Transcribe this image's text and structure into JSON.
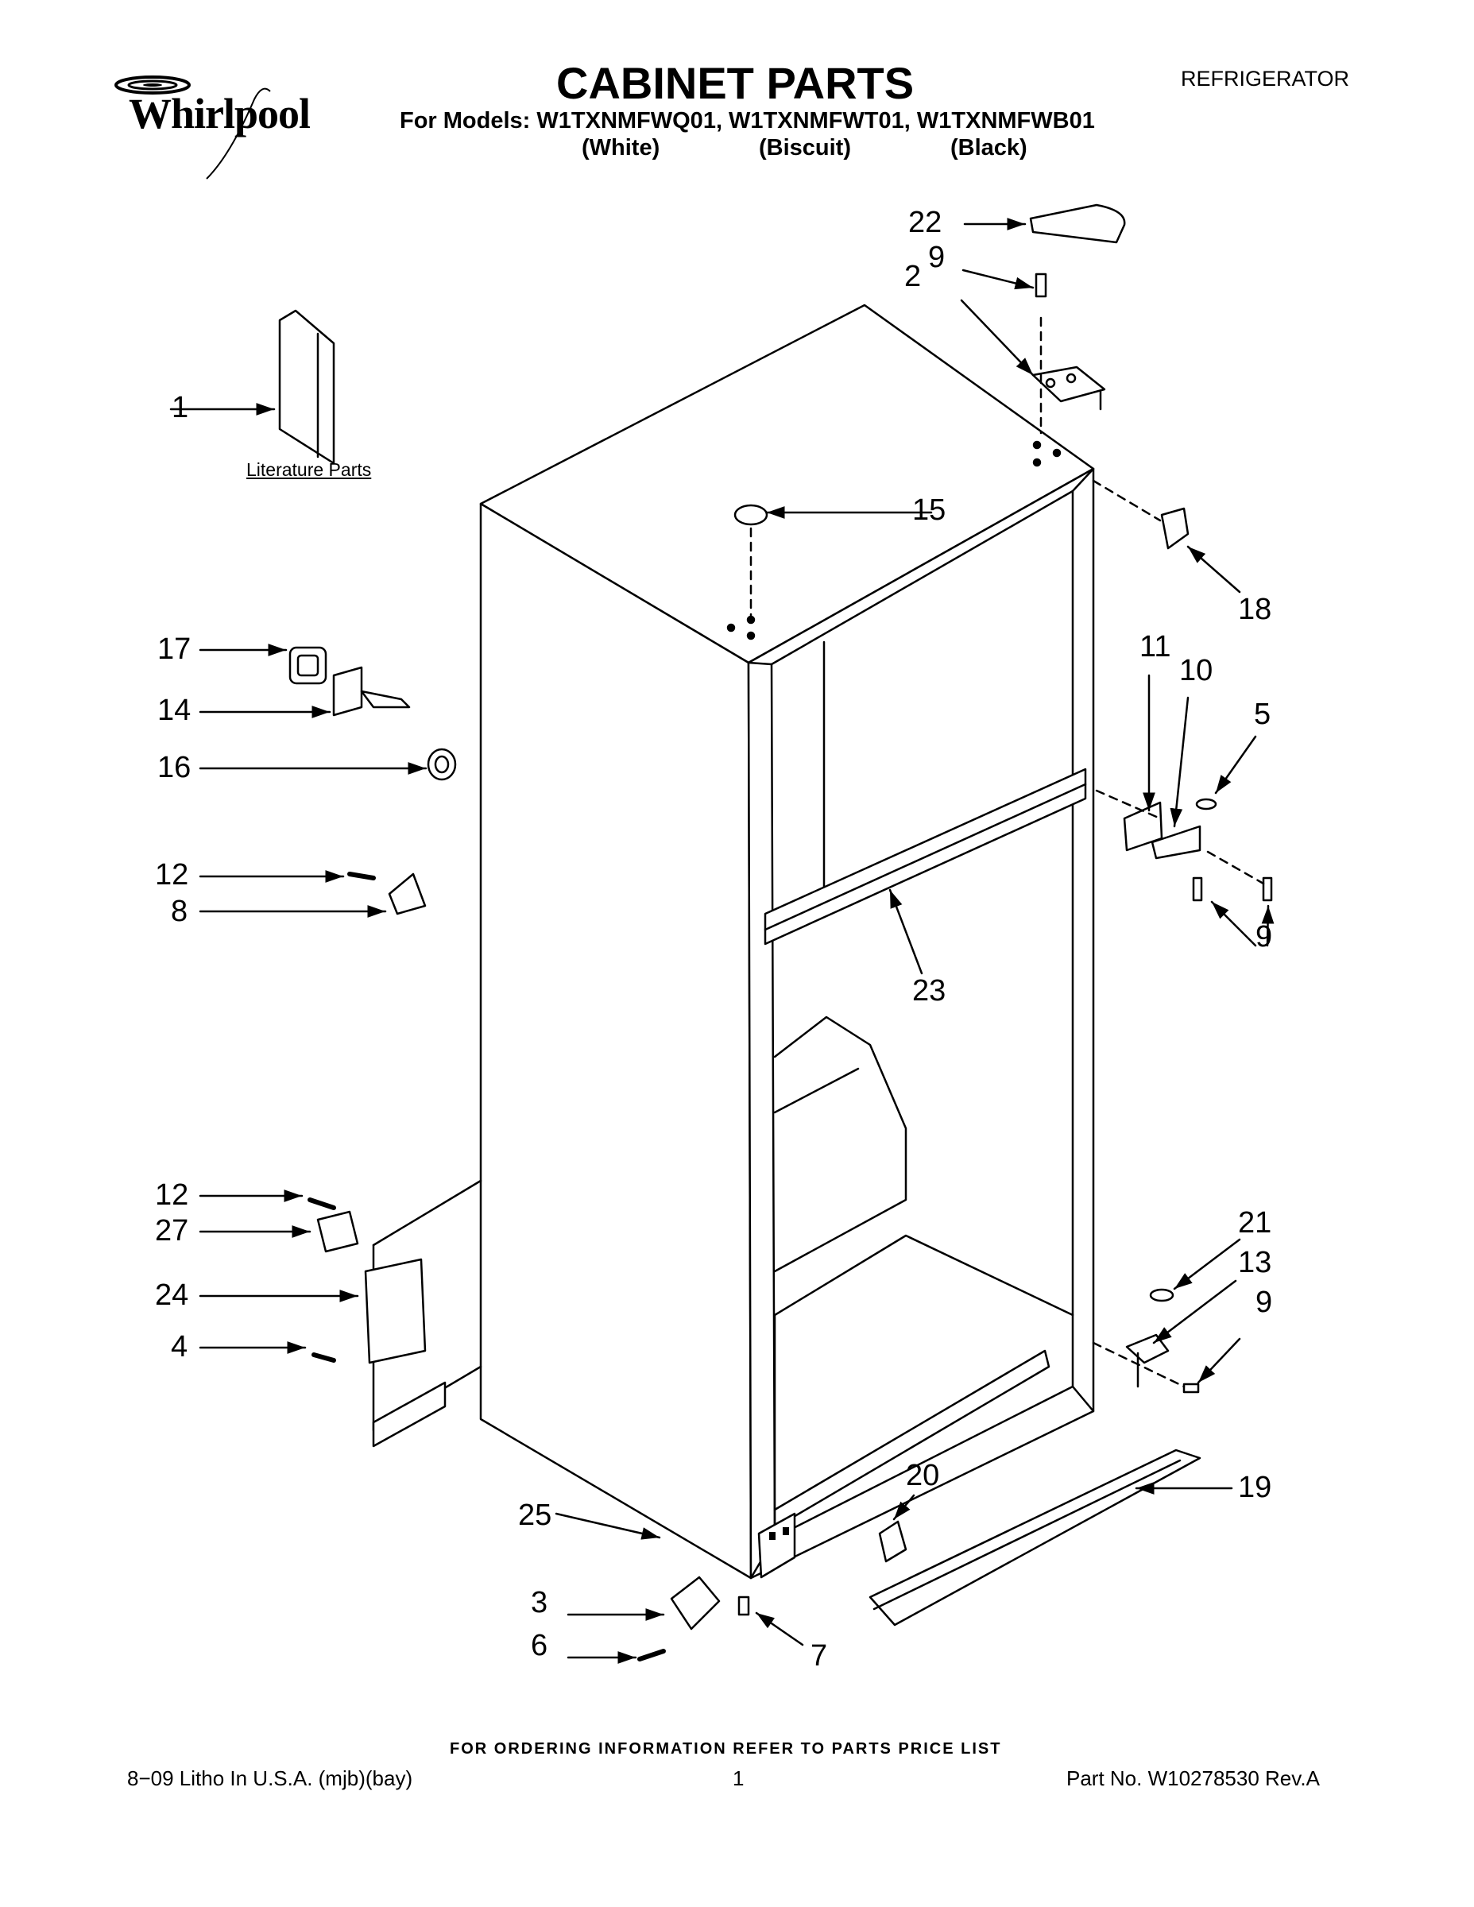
{
  "header": {
    "brand": "Whirlpool",
    "title": "CABINET PARTS",
    "category": "REFRIGERATOR",
    "models_line": "For Models: W1TXNMFWQ01, W1TXNMFWT01, W1TXNMFWB01",
    "colors": [
      "(White)",
      "(Biscuit)",
      "(Black)"
    ]
  },
  "literature_label": "Literature Parts",
  "callouts": {
    "c1": "1",
    "c2": "2",
    "c3": "3",
    "c4": "4",
    "c5": "5",
    "c6": "6",
    "c7": "7",
    "c8": "8",
    "c9a": "9",
    "c9b": "9",
    "c9c": "9",
    "c10": "10",
    "c11": "11",
    "c12a": "12",
    "c12b": "12",
    "c13": "13",
    "c14": "14",
    "c15": "15",
    "c16": "16",
    "c17": "17",
    "c18": "18",
    "c19": "19",
    "c20": "20",
    "c21": "21",
    "c22": "22",
    "c23": "23",
    "c24": "24",
    "c25": "25",
    "c27": "27"
  },
  "footer": {
    "ordering_note": "FOR ORDERING INFORMATION REFER TO PARTS PRICE LIST",
    "left": "8−09 Litho In U.S.A. (mjb)(bay)",
    "page": "1",
    "right": "Part No. W10278530 Rev.A"
  }
}
